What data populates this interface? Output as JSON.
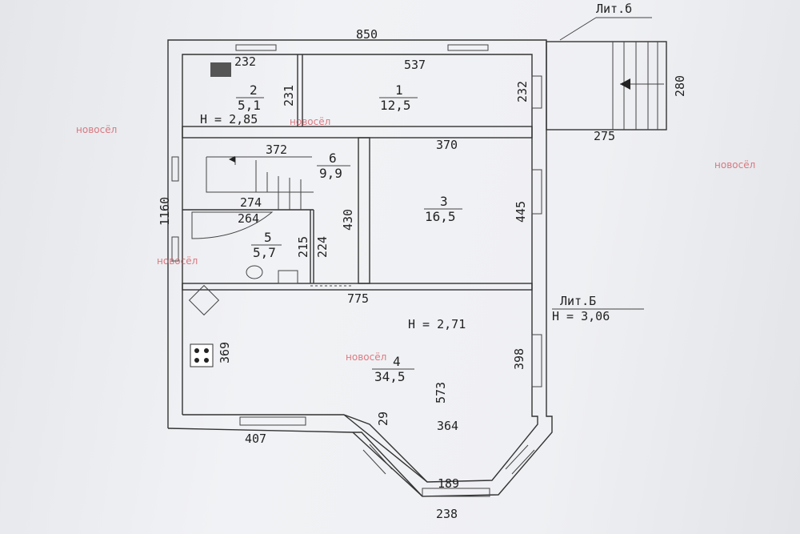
{
  "plan": {
    "lit_label_top": "Лит.б",
    "lit_label_main": "Лит.Б",
    "main_height": "Н = 3,06",
    "dims": {
      "top_total": "850",
      "left_total": "1160",
      "room2_top": "232",
      "room1_top": "537",
      "room2_side": "231",
      "room1_side": "232",
      "porch_side": "280",
      "porch_bottom": "275",
      "stair_top": "372",
      "room3_top": "370",
      "stair_bottom": "274",
      "bath_top": "264",
      "bath_side_a": "215",
      "bath_side_b": "224",
      "room6_side": "430",
      "room3_side": "445",
      "hall_top": "775",
      "kitchen_side": "369",
      "room4_right": "398",
      "room4_inner": "573",
      "bay_small": "29",
      "bay_width": "364",
      "bottom_left": "407",
      "bay_inner": "189",
      "bay_outer": "238"
    },
    "rooms": [
      {
        "number": "2",
        "area": "5,1"
      },
      {
        "number": "1",
        "area": "12,5"
      },
      {
        "number": "6",
        "area": "9,9"
      },
      {
        "number": "3",
        "area": "16,5"
      },
      {
        "number": "5",
        "area": "5,7"
      },
      {
        "number": "4",
        "area": "34,5"
      }
    ],
    "heights": {
      "room2": "Н = 2,85",
      "room4": "Н = 2,71"
    }
  },
  "watermark": {
    "brand": "новосёл"
  }
}
